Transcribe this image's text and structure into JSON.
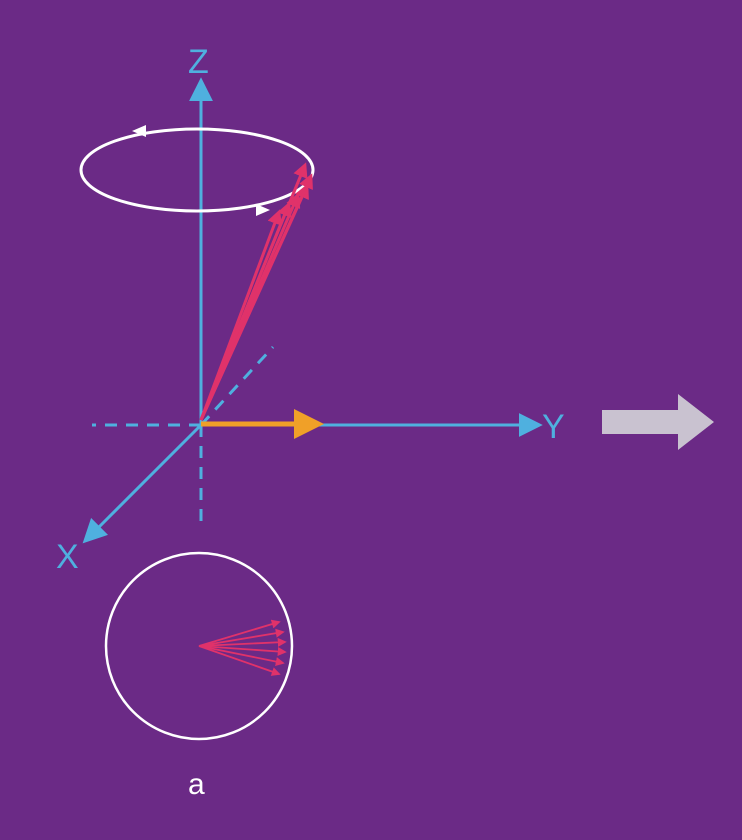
{
  "diagram": {
    "axis_labels": {
      "z": "Z",
      "y": "Y",
      "x": "X"
    },
    "panel_label": "a",
    "colors": {
      "background": "#6b2a86",
      "axis": "#4fb0df",
      "precession_ring": "#ffffff",
      "magnetization_vector": "#e0326a",
      "transverse_vector": "#f0a028",
      "next_arrow": "#c9c2d0",
      "inset_circle": "#ffffff"
    },
    "icons": {
      "next_arrow": "right-arrow-icon",
      "ring_direction": "arrowhead-icon"
    }
  }
}
